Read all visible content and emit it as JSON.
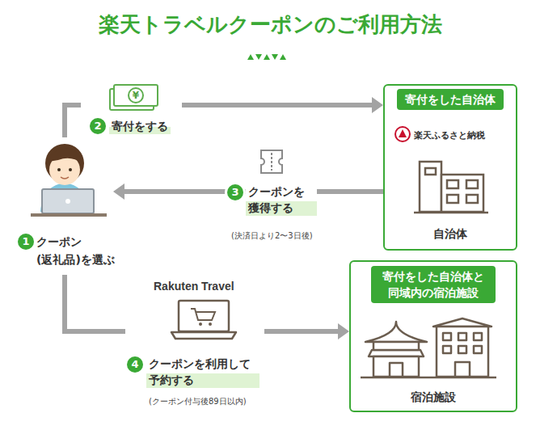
{
  "diagram": {
    "title": "楽天トラベルクーポンのご利用方法",
    "nodes": [
      {
        "text": [
          "クーポン (返礼品)を選ぶ"
        ]
      },
      {
        "text": [
          "寄付をした自治体",
          "楽天ふるさと納税",
          "自治体"
        ]
      },
      {
        "text": [
          "寄付をした自治体と 同域内の宿泊施設",
          "宿泊施設"
        ]
      }
    ],
    "edges": [
      {
        "from": 0,
        "to": 1,
        "label": "寄付をする",
        "arrow": "to"
      },
      {
        "from": 1,
        "to": 0,
        "label": "クーポンを 獲得する",
        "arrow": "to"
      },
      {
        "from": 0,
        "to": 2,
        "label": "クーポンを利用して 予約する",
        "arrow": "to"
      }
    ],
    "labels": [
      "¥",
      "2",
      "3",
      "(決済日より2〜3日後)",
      "1",
      "Rakuten Travel",
      "4",
      "(クーポン付与後89日以内)"
    ]
  }
}
